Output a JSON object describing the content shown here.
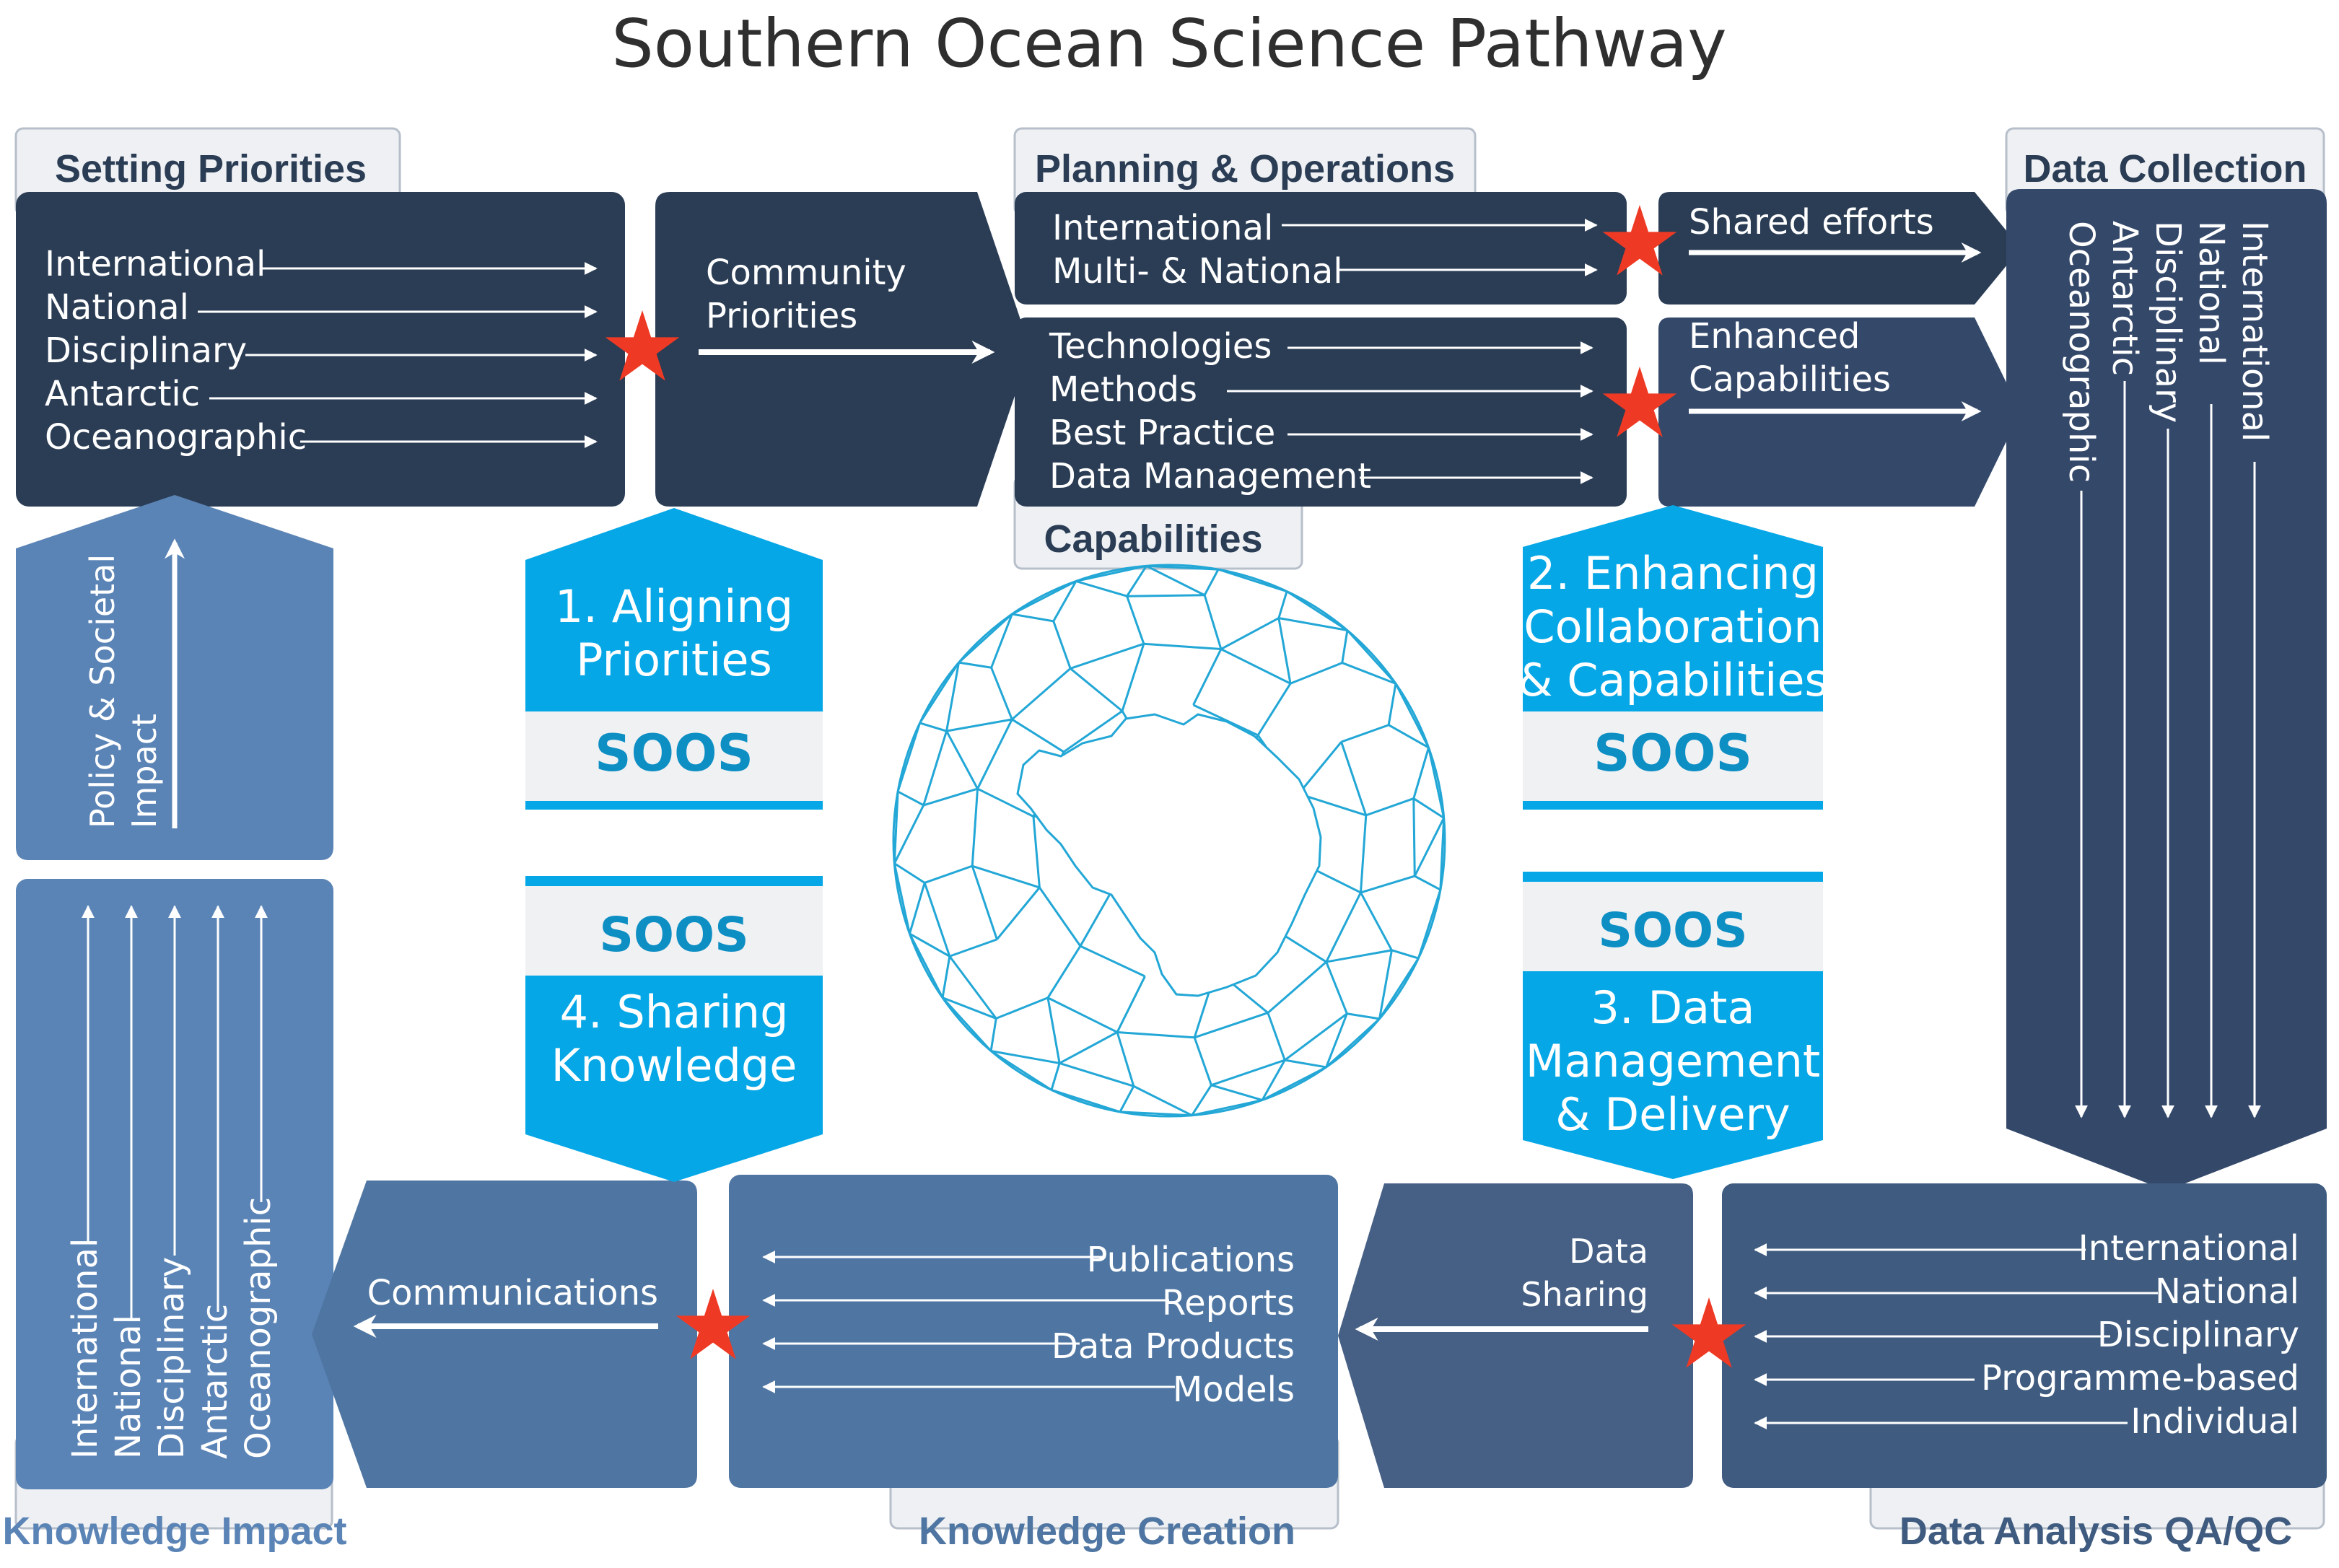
{
  "title": "Southern Ocean Science Pathway",
  "tabs": {
    "setting_priorities": "Setting Priorities",
    "planning_operations": "Planning & Operations",
    "capabilities": "Capabilities",
    "data_collection": "Data Collection",
    "knowledge_impact": "Knowledge Impact",
    "knowledge_creation": "Knowledge Creation",
    "data_analysis": "Data Analysis QA/QC"
  },
  "setting_priorities": {
    "items": [
      "International",
      "National",
      "Disciplinary",
      "Antarctic",
      "Oceanographic"
    ]
  },
  "community_priorities": [
    "Community",
    "Priorities"
  ],
  "planning": {
    "items": [
      "International",
      "Multi- & National"
    ]
  },
  "capabilities": {
    "items": [
      "Technologies",
      "Methods",
      "Best Practice",
      "Data Management"
    ]
  },
  "shared_efforts": [
    "Shared efforts"
  ],
  "enhanced_capabilities": [
    "Enhanced",
    "Capabilities"
  ],
  "data_collection": {
    "items": [
      "International",
      "National",
      "Disciplinary",
      "Antarctic",
      "Oceanographic"
    ]
  },
  "policy_impact": [
    "Policy & Societal",
    "Impact"
  ],
  "knowledge_impact": {
    "items": [
      "International",
      "National",
      "Disciplinary",
      "Antarctic",
      "Oceanographic"
    ]
  },
  "communications": "Communications",
  "knowledge_creation": {
    "items": [
      "Publications",
      "Reports",
      "Data Products",
      "Models"
    ]
  },
  "data_sharing": [
    "Data",
    "Sharing"
  ],
  "data_analysis": {
    "items": [
      "International",
      "National",
      "Disciplinary",
      "Programme-based",
      "Individual"
    ]
  },
  "soos": {
    "label": "SOOS",
    "step1": [
      "1. Aligning",
      "Priorities"
    ],
    "step2": [
      "2. Enhancing",
      "Collaboration",
      "& Capabilities"
    ],
    "step3": [
      "3. Data",
      "Management",
      "& Delivery"
    ],
    "step4": [
      "4. Sharing",
      "Knowledge"
    ]
  },
  "colors": {
    "navy": "#2b3d55",
    "slate": "#3f5b7f",
    "mid_blue": "#4f76a2",
    "light_blue": "#5b84b6",
    "cyan": "#05a7e6",
    "star": "#ee3a24",
    "tab_fill": "#eef0f3",
    "tab_text_dark": "#2b3d55",
    "tab_text_blue": "#5b84b6"
  }
}
